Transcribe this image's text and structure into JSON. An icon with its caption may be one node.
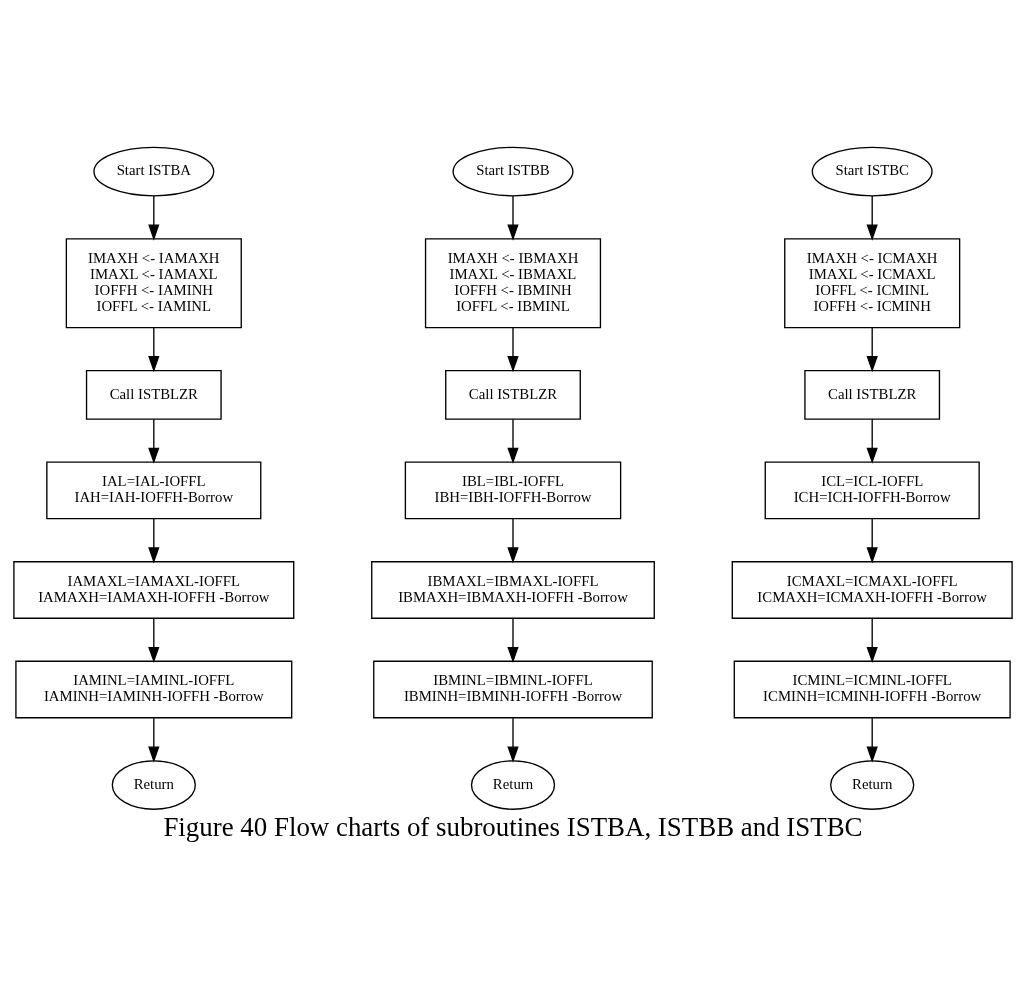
{
  "diagram": {
    "caption": "Figure 40 Flow charts of subroutines ISTBA, ISTBB and ISTBC",
    "nodes": [
      {
        "text": [
          "Start ISTBA"
        ]
      },
      {
        "text": [
          "IMAXH <- IAMAXH",
          "IMAXL <- IAMAXL",
          "IOFFH <- IAMINH",
          "IOFFL <- IAMINL"
        ]
      },
      {
        "text": [
          "Call ISTBLZR"
        ]
      },
      {
        "text": [
          "IAL=IAL-IOFFL",
          "IAH=IAH-IOFFH-Borrow"
        ]
      },
      {
        "text": [
          "IAMAXL=IAMAXL-IOFFL",
          "IAMAXH=IAMAXH-IOFFH -Borrow"
        ]
      },
      {
        "text": [
          "IAMINL=IAMINL-IOFFL",
          "IAMINH=IAMINH-IOFFH -Borrow"
        ]
      },
      {
        "text": [
          "Return"
        ]
      },
      {
        "text": [
          "Start ISTBB"
        ]
      },
      {
        "text": [
          "IMAXH <- IBMAXH",
          "IMAXL <- IBMAXL",
          "IOFFH <- IBMINH",
          "IOFFL <- IBMINL"
        ]
      },
      {
        "text": [
          "Call ISTBLZR"
        ]
      },
      {
        "text": [
          "IBL=IBL-IOFFL",
          "IBH=IBH-IOFFH-Borrow"
        ]
      },
      {
        "text": [
          "IBMAXL=IBMAXL-IOFFL",
          "IBMAXH=IBMAXH-IOFFH -Borrow"
        ]
      },
      {
        "text": [
          "IBMINL=IBMINL-IOFFL",
          "IBMINH=IBMINH-IOFFH -Borrow"
        ]
      },
      {
        "text": [
          "Return"
        ]
      },
      {
        "text": [
          "Start ISTBC"
        ]
      },
      {
        "text": [
          "IMAXH <- ICMAXH",
          "IMAXL <- ICMAXL",
          "IOFFL <- ICMINL",
          "IOFFH <- ICMINH"
        ]
      },
      {
        "text": [
          "Call ISTBLZR"
        ]
      },
      {
        "text": [
          "ICL=ICL-IOFFL",
          "ICH=ICH-IOFFH-Borrow"
        ]
      },
      {
        "text": [
          "ICMAXL=ICMAXL-IOFFL",
          "ICMAXH=ICMAXH-IOFFH -Borrow"
        ]
      },
      {
        "text": [
          "ICMINL=ICMINL-IOFFL",
          "ICMINH=ICMINH-IOFFH -Borrow"
        ]
      },
      {
        "text": [
          "Return"
        ]
      }
    ],
    "edges": [
      {
        "from": 0,
        "to": 1,
        "arrow": "to"
      },
      {
        "from": 1,
        "to": 2,
        "arrow": "to"
      },
      {
        "from": 2,
        "to": 3,
        "arrow": "to"
      },
      {
        "from": 3,
        "to": 4,
        "arrow": "to"
      },
      {
        "from": 4,
        "to": 5,
        "arrow": "to"
      },
      {
        "from": 5,
        "to": 6,
        "arrow": "to"
      },
      {
        "from": 7,
        "to": 8,
        "arrow": "to"
      },
      {
        "from": 8,
        "to": 9,
        "arrow": "to"
      },
      {
        "from": 9,
        "to": 10,
        "arrow": "to"
      },
      {
        "from": 10,
        "to": 11,
        "arrow": "to"
      },
      {
        "from": 11,
        "to": 12,
        "arrow": "to"
      },
      {
        "from": 12,
        "to": 13,
        "arrow": "to"
      },
      {
        "from": 14,
        "to": 15,
        "arrow": "to"
      },
      {
        "from": 15,
        "to": 16,
        "arrow": "to"
      },
      {
        "from": 16,
        "to": 17,
        "arrow": "to"
      },
      {
        "from": 17,
        "to": 18,
        "arrow": "to"
      },
      {
        "from": 18,
        "to": 19,
        "arrow": "to"
      },
      {
        "from": 19,
        "to": 20,
        "arrow": "to"
      }
    ]
  }
}
